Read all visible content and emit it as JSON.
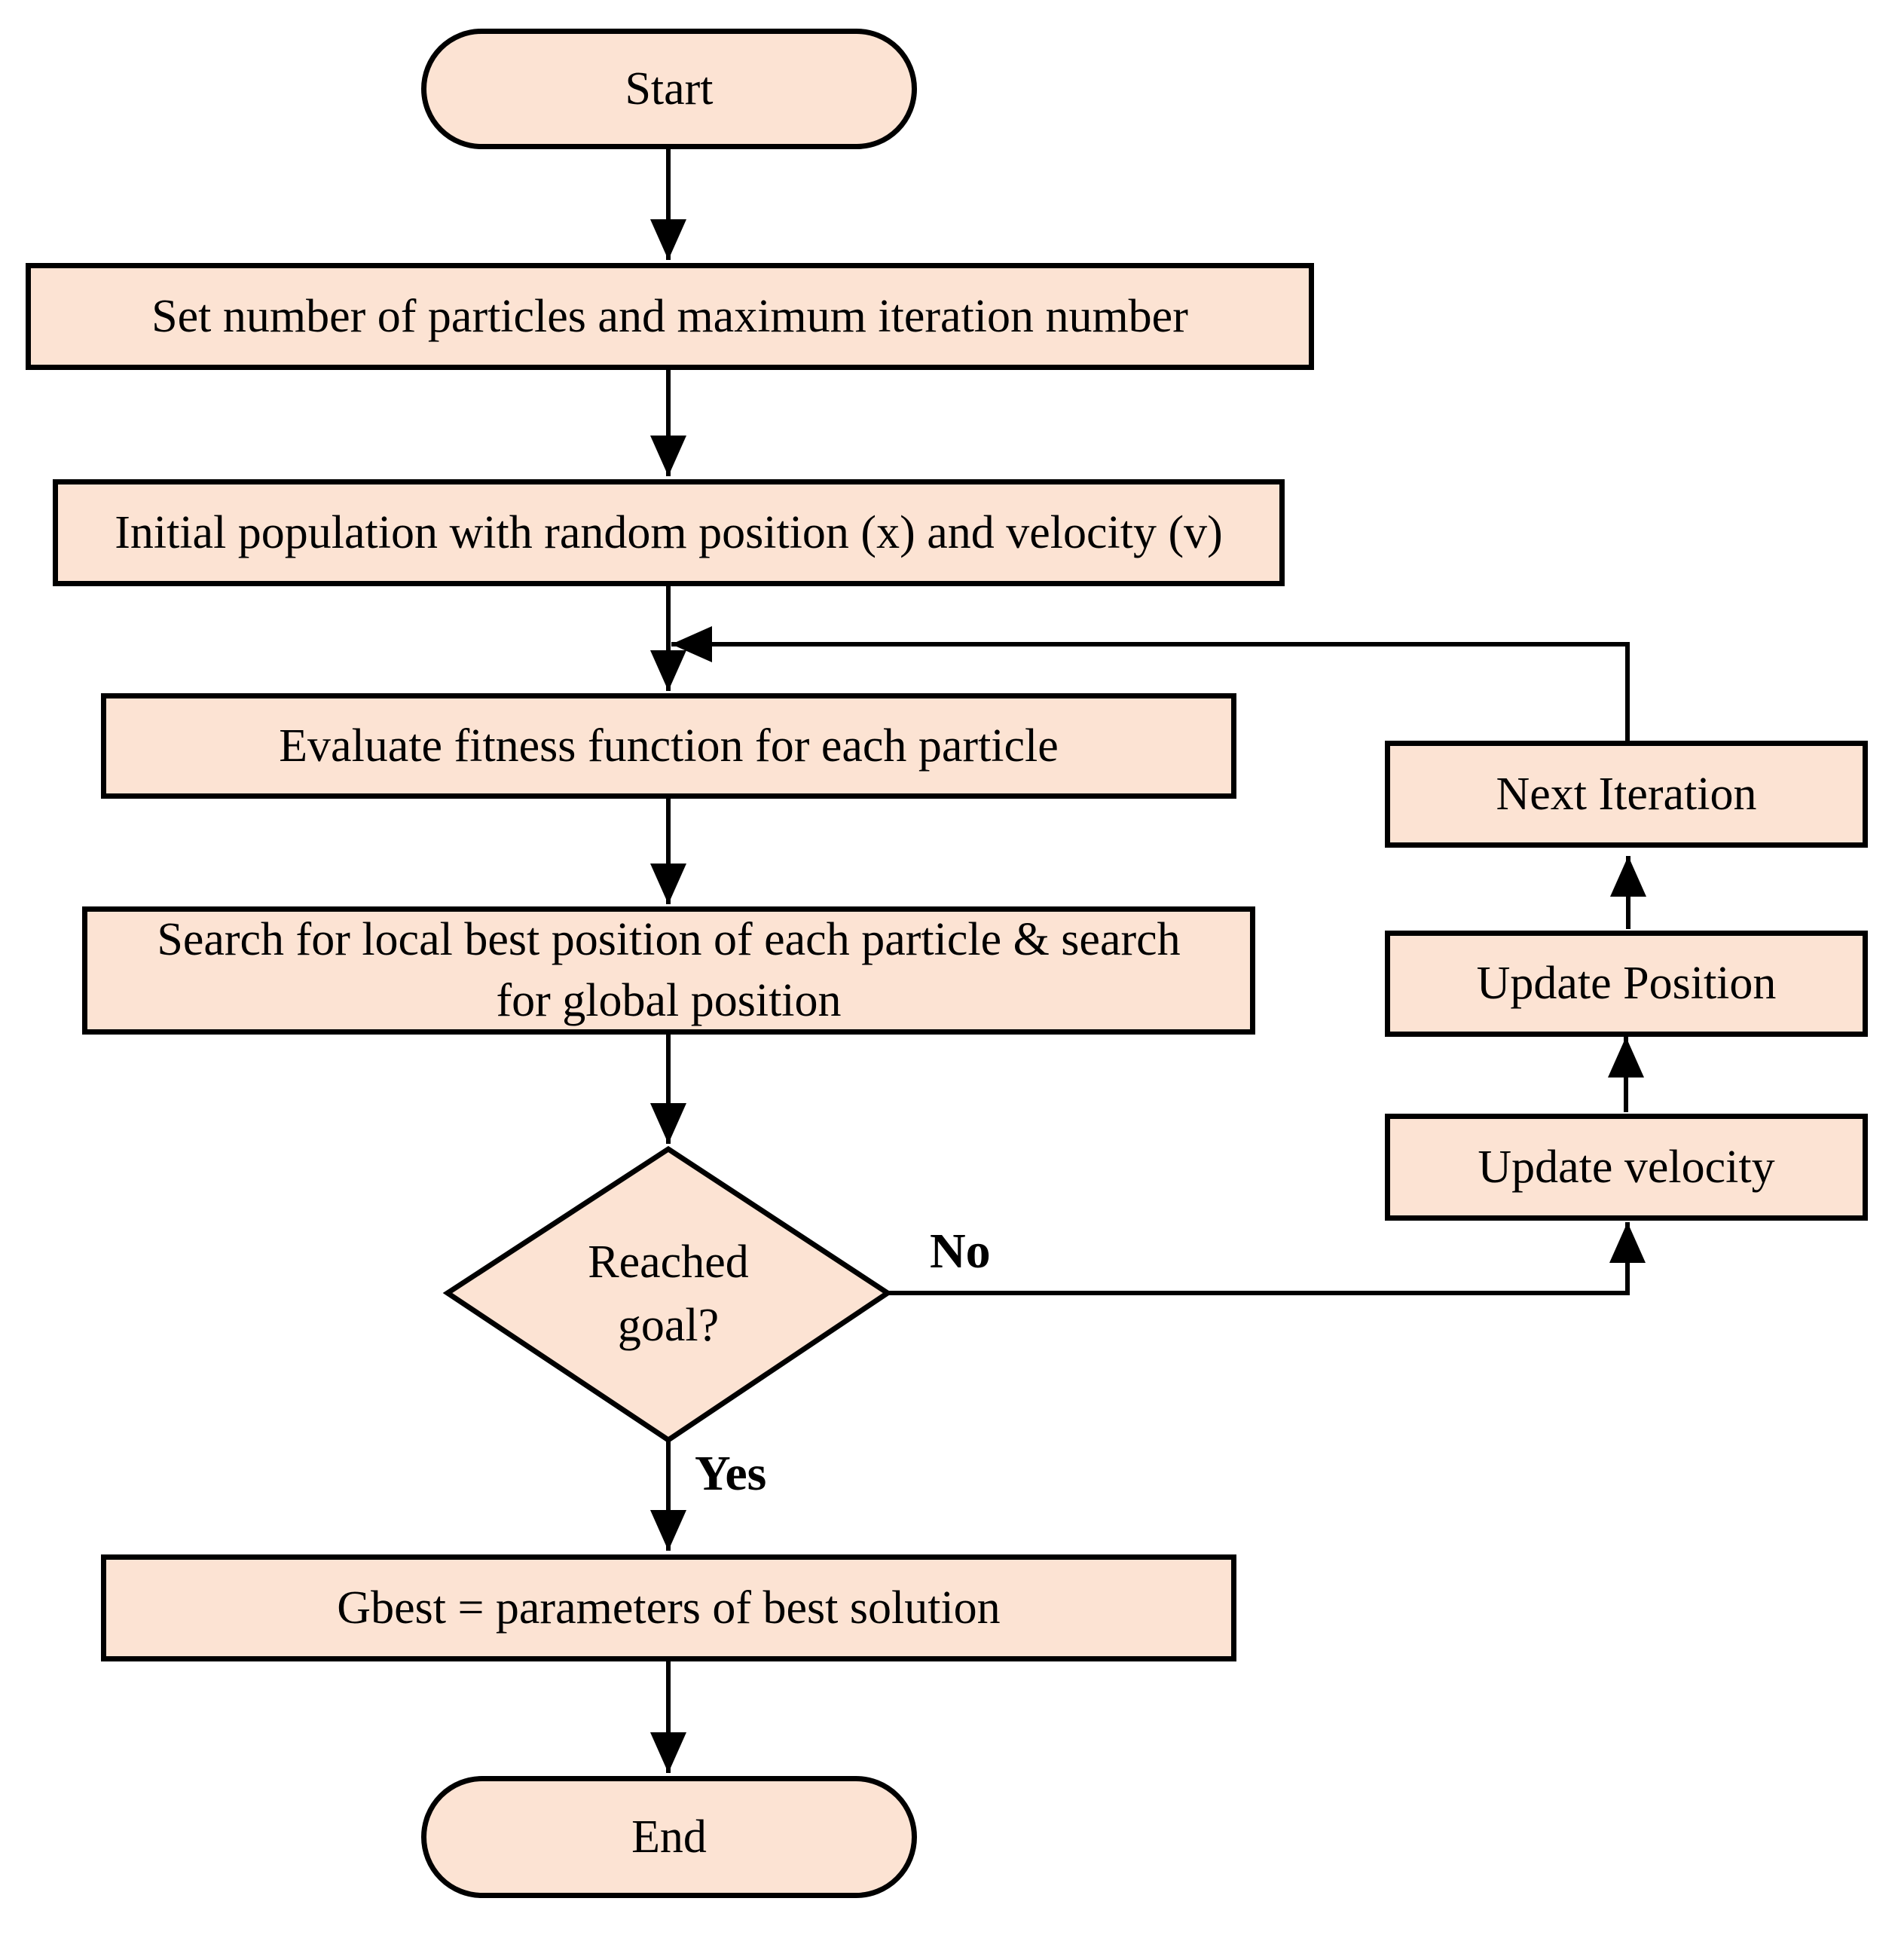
{
  "colors": {
    "node_fill": "#fce3d3",
    "stroke": "#000000"
  },
  "nodes": {
    "start": "Start",
    "set_params": "Set number of particles and maximum iteration number",
    "init_population": "Initial population with random position (x) and velocity (v)",
    "evaluate": "Evaluate fitness function for each particle",
    "search_line1": "Search for local best position of each particle & search",
    "search_line2": "for global position",
    "decision_line1": "Reached",
    "decision_line2": "goal?",
    "gbest": "Gbest = parameters of best solution",
    "end": "End",
    "update_velocity": "Update velocity",
    "update_position": "Update Position",
    "next_iteration": "Next Iteration"
  },
  "edge_labels": {
    "no": "No",
    "yes": "Yes"
  }
}
